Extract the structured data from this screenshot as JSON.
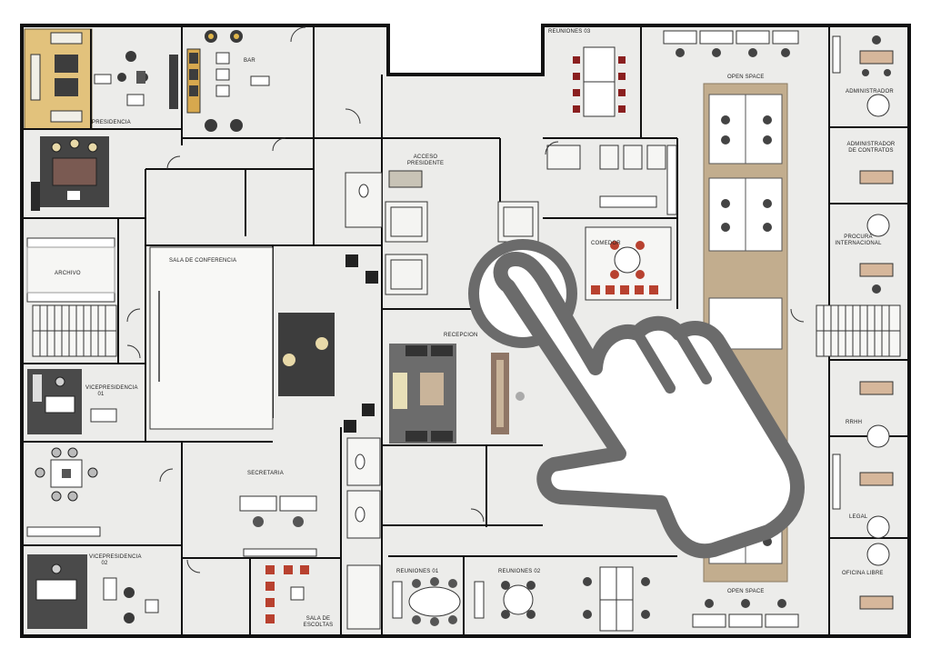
{
  "rooms": {
    "presidencia": "PRESIDENCIA",
    "bar": "BAR",
    "acceso_presidente": "ACCESO PRESIDENTE",
    "reuniones_03": "REUNIONES 03",
    "open_space_top": "OPEN SPACE",
    "administrador": "ADMINISTRADOR",
    "administrador_contratos": "ADMINISTRADOR DE CONTRATOS",
    "procura_internacional": "PROCURA INTERNACIONAL",
    "comedor": "COMEDOR",
    "archivo": "ARCHIVO",
    "sala_conferencia": "SALA DE CONFERENCIA",
    "recepcion": "RECEPCION",
    "vicepresidencia_01": "VICEPRESIDENCIA 01",
    "secretaria": "SECRETARIA",
    "vicepresidencia_02": "VICEPRESIDENCIA 02",
    "reuniones_01": "REUNIONES 01",
    "reuniones_02": "REUNIONES 02",
    "sala_escoltas": "SALA DE ESCOLTAS",
    "open_space_bottom": "OPEN SPACE",
    "rrhh": "RRHH",
    "legal": "LEGAL",
    "oficina_libre": "OFICINA LIBRE"
  },
  "colors": {
    "floor": "#ececea",
    "wall": "#111111",
    "presidencia_floor": "#e2c27c",
    "wood_strip": "#c2ad8e",
    "dark_furniture": "#3d3d3d",
    "rug_red": "#7a5a52",
    "hand_fill": "#ffffff",
    "hand_stroke": "#6b6b6b"
  },
  "overlay": {
    "icon": "touch-hand-icon"
  }
}
